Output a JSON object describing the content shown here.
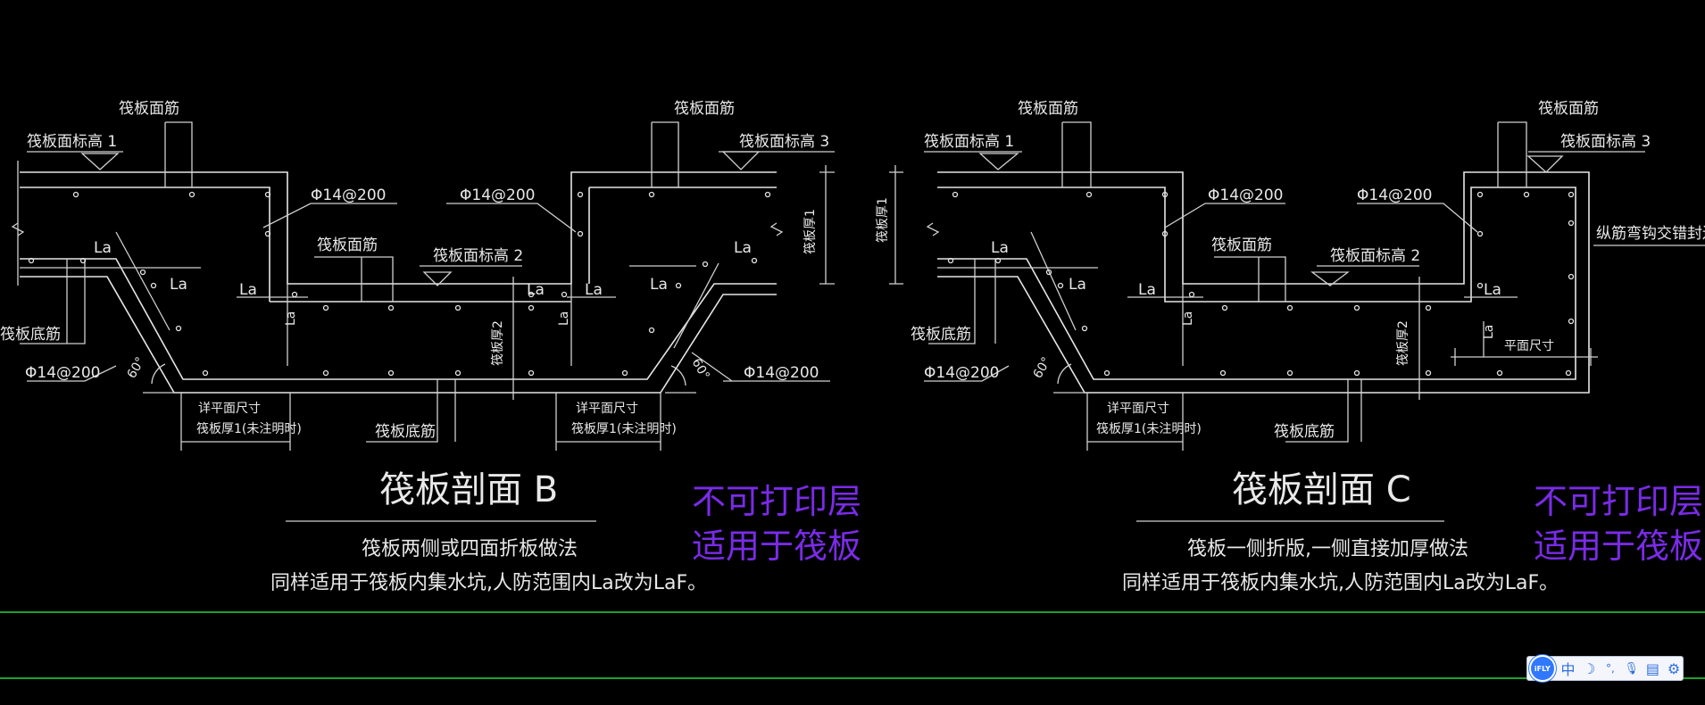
{
  "diagram_b": {
    "rebar_top_left": "筏板面筋",
    "elev1": "筏板面标高 1",
    "rebar_top_right": "筏板面筋",
    "elev3": "筏板面标高 3",
    "phi_left": "Φ14@200",
    "phi_mid": "Φ14@200",
    "rebar_top_mid": "筏板面筋",
    "elev2": "筏板面标高 2",
    "la1": "La",
    "la2": "La",
    "la3": "La",
    "la4": "La",
    "la5": "La",
    "la6": "La",
    "la7": "La",
    "la_v1": "La",
    "la_v2": "La",
    "thick_right": "筏板厚1",
    "thick_mid": "筏板厚2",
    "bottom_left": "筏板底筋",
    "phi_bottom_left": "Φ14@200",
    "phi_bottom_right": "Φ14@200",
    "angle_left": "60°",
    "angle_right": "60°",
    "plan_size_a1": "详平面尺寸",
    "plan_size_a2": "筏板厚1(未注明时)",
    "plan_size_b1": "详平面尺寸",
    "plan_size_b2": "筏板厚1(未注明时)",
    "bottom_mid": "筏板底筋",
    "title": "筏板剖面 B",
    "note1": "筏板两侧或四面折板做法",
    "note2": "同样适用于筏板内集水坑,人防范围内La改为LaF。",
    "noprint1": "不可打印层",
    "noprint2": "适用于筏板"
  },
  "diagram_c": {
    "rebar_top_left": "筏板面筋",
    "elev1": "筏板面标高 1",
    "rebar_top_right": "筏板面筋",
    "elev3": "筏板面标高 3",
    "thick_left": "筏板厚1",
    "phi_left": "Φ14@200",
    "phi_mid": "Φ14@200",
    "rebar_top_mid": "筏板面筋",
    "elev2": "筏板面标高 2",
    "lap_note": "纵筋弯钩交错封边",
    "la1": "La",
    "la2": "La",
    "la3": "La",
    "la4": "La",
    "la_v1": "La",
    "la_v2": "La",
    "thick_mid": "筏板厚2",
    "plan_size": "平面尺寸",
    "bottom_left": "筏板底筋",
    "phi_bottom_left": "Φ14@200",
    "angle_left": "60°",
    "plan_size_a1": "详平面尺寸",
    "plan_size_a2": "筏板厚1(未注明时)",
    "bottom_mid": "筏板底筋",
    "title": "筏板剖面 C",
    "note1": "筏板一侧折版,一侧直接加厚做法",
    "note2": "同样适用于筏板内集水坑,人防范围内La改为LaF。",
    "noprint1": "不可打印层",
    "noprint2": "适用于筏板"
  },
  "ime_toolbar": {
    "logo": "iFLY",
    "items": [
      {
        "name": "chinese-mode",
        "label": "中"
      },
      {
        "name": "moon-icon",
        "label": "☽"
      },
      {
        "name": "punct-icon",
        "label": "°,"
      },
      {
        "name": "mic-icon",
        "label": "🎙"
      },
      {
        "name": "keyboard-icon",
        "label": "▤"
      },
      {
        "name": "gear-icon",
        "label": "⚙"
      }
    ]
  },
  "colors": {
    "background": "#000000",
    "lines": "#e6e6e6",
    "noprint": "#7a2be8",
    "guide": "#1ea12e"
  }
}
